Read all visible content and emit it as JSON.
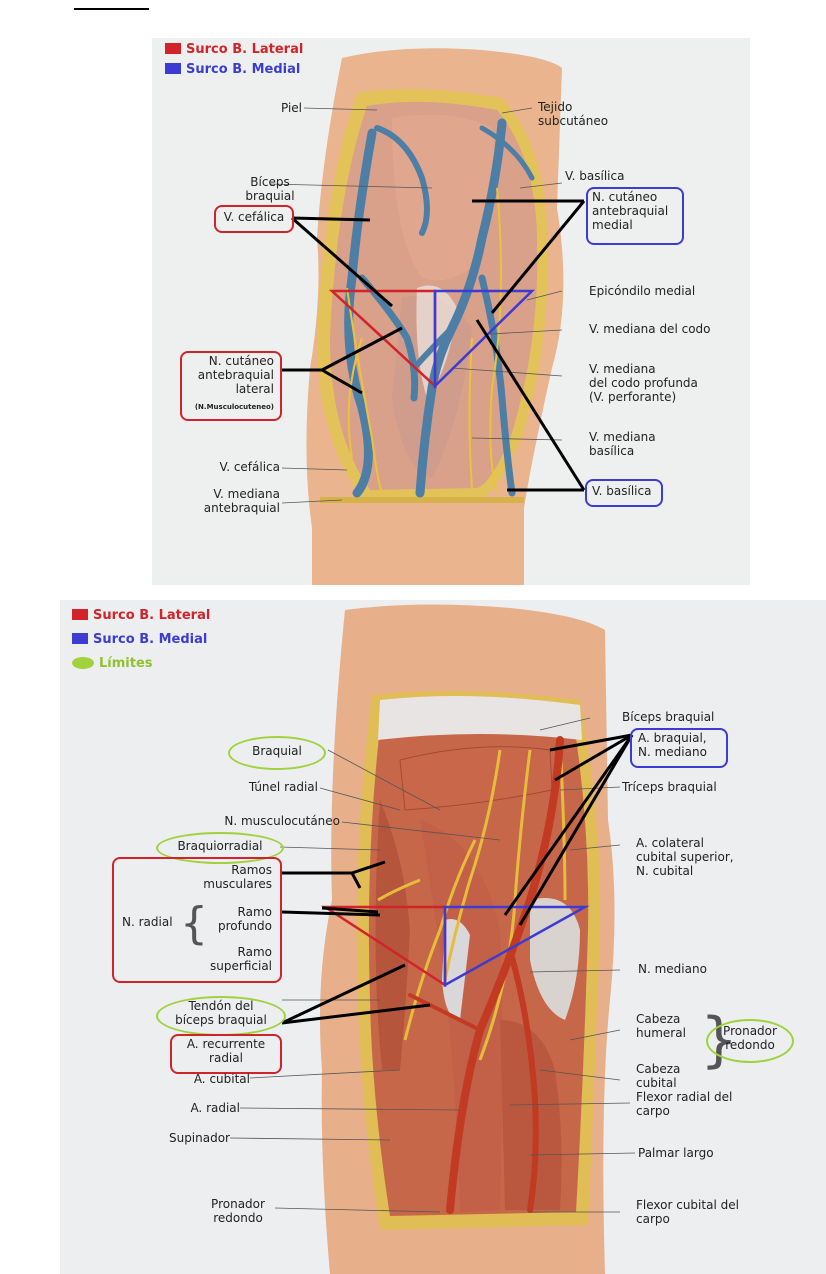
{
  "legend_top": {
    "lateral": "Surco B. Lateral",
    "medial": "Surco B. Medial"
  },
  "legend_bottom": {
    "lateral": "Surco B. Lateral",
    "medial": "Surco B. Medial",
    "limits": "Límites"
  },
  "colors": {
    "lateral": "#d2232a",
    "medial": "#3c3cd2",
    "limits": "#9fd23c"
  },
  "top_labels": {
    "piel": "Piel",
    "tejido": "Tejido\nsubcutáneo",
    "biceps": "Bíceps\nbraquial",
    "v_basilica_top": "V. basílica",
    "v_cefalica_box": "V. cefálica",
    "n_cutaneo_medial": "N. cutáneo\nantebraquial\nmedial",
    "epicondilo": "Epicóndilo medial",
    "v_mediana_codo": "V. mediana del codo",
    "n_cutaneo_lateral": "N. cutáneo\nantebraquial\nlateral",
    "musculocutaneo_small": "(N.Musculocuteneo)",
    "v_mediana_profunda": "V. mediana\ndel codo profunda\n(V. perforante)",
    "v_mediana_basilica": "V. mediana\nbasílica",
    "v_cefalica_bottom": "V. cefálica",
    "v_mediana_antebraquial": "V. mediana\nantebraquial",
    "v_basilica_box": "V. basílica"
  },
  "bottom_labels": {
    "biceps_braquial": "Bíceps braquial",
    "braquial": "Braquial",
    "a_braquial": "A. braquial,\nN. mediano",
    "tunel_radial": "Túnel radial",
    "triceps": "Tríceps braquial",
    "n_musculocutaneo": "N. musculocutáneo",
    "a_colateral": "A. colateral\ncubital superior,\nN. cubital",
    "braquiorradial": "Braquiorradial",
    "ramos_musculares": "Ramos\nmusculares",
    "n_radial": "N. radial",
    "ramo_profundo": "Ramo\nprofundo",
    "ramo_superficial": "Ramo\nsuperficial",
    "n_mediano": "N. mediano",
    "tendon_biceps": "Tendón del\nbíceps braquial",
    "cabeza_humeral": "Cabeza\nhumeral",
    "pronador_redondo_group": "Pronador\nredondo",
    "a_recurrente": "A. recurrente\nradial",
    "cabeza_cubital": "Cabeza\ncubital",
    "a_cubital": "A. cubital",
    "flexor_radial": "Flexor radial del\ncarpo",
    "a_radial": "A. radial",
    "supinador": "Supinador",
    "palmar_largo": "Palmar largo",
    "pronador_redondo": "Pronador\nredondo",
    "flexor_cubital": "Flexor cubital del\ncarpo"
  }
}
